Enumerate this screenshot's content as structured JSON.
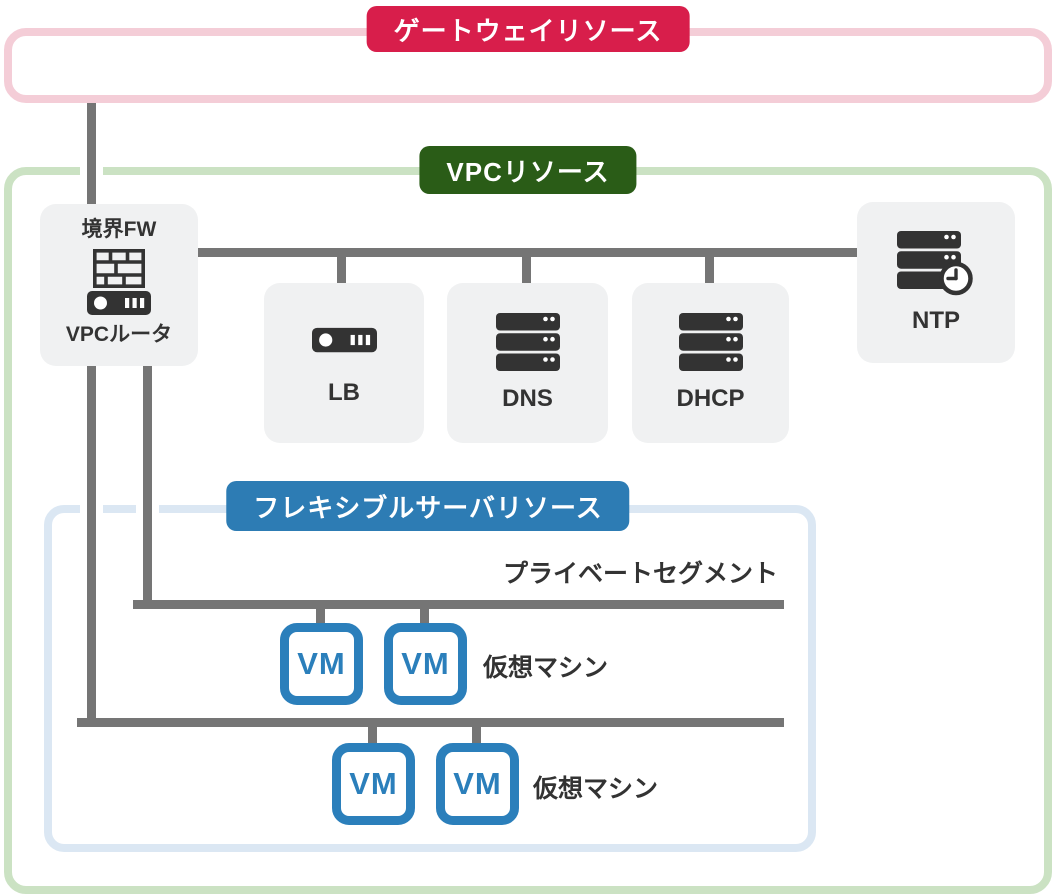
{
  "diagram_title": "VPC network architecture diagram",
  "groups": {
    "gateway": {
      "label": "ゲートウェイリソース"
    },
    "vpc": {
      "label": "VPCリソース"
    },
    "flexible_server": {
      "label": "フレキシブルサーバリソース"
    }
  },
  "nodes": {
    "fw": {
      "top_label": "境界FW",
      "bottom_label": "VPCルータ",
      "icons": [
        "firewall-icon",
        "router-icon"
      ]
    },
    "lb": {
      "label": "LB",
      "icon": "router-icon"
    },
    "dns": {
      "label": "DNS",
      "icon": "server-stack-icon"
    },
    "dhcp": {
      "label": "DHCP",
      "icon": "server-stack-icon"
    },
    "ntp": {
      "label": "NTP",
      "icon": "server-clock-icon"
    }
  },
  "segment": {
    "label": "プライベートセグメント"
  },
  "vm_rows": [
    {
      "vms": [
        "VM",
        "VM"
      ],
      "label": "仮想マシン"
    },
    {
      "vms": [
        "VM",
        "VM"
      ],
      "label": "仮想マシン"
    }
  ],
  "colors": {
    "gateway_badge": "#d81e4b",
    "gateway_border": "#f4cdd7",
    "vpc_badge": "#2a5c17",
    "vpc_border": "#cbe2c3",
    "flex_badge": "#2d7cb4",
    "flex_border": "#dbe7f3",
    "vm_blue": "#2b7fbb",
    "line_gray": "#757575",
    "node_bg": "#f0f1f2",
    "icon_dark": "#333333",
    "text_dark": "#333333"
  }
}
